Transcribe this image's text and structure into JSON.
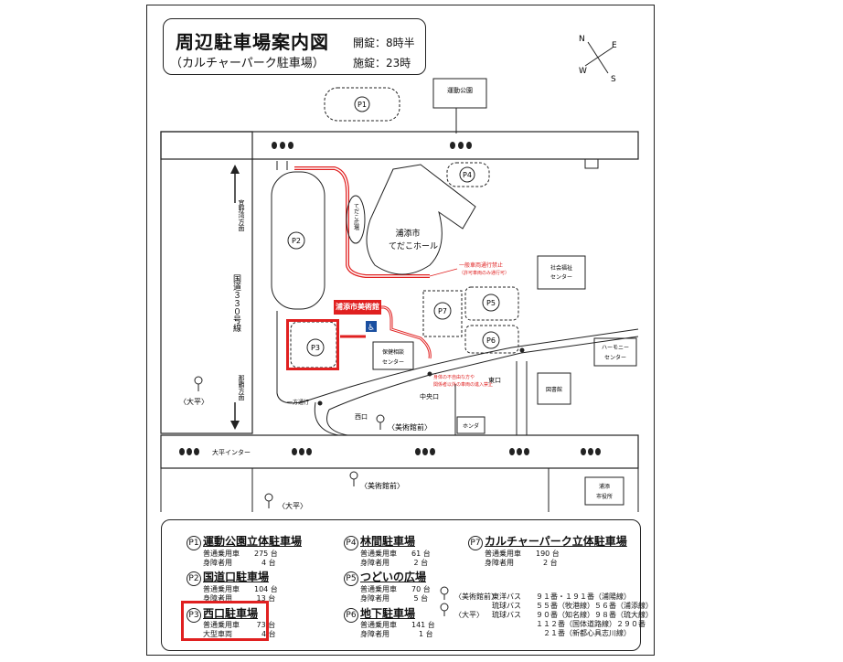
{
  "header": {
    "title": "周辺駐車場案内図",
    "subtitle": "（カルチャーパーク駐車場）",
    "open_label": "開錠：8時半",
    "close_label": "施錠：23時"
  },
  "compass": {
    "n": "N",
    "e": "E",
    "s": "S",
    "w": "W"
  },
  "map_labels": {
    "undou_park": "運動公園",
    "p1": "P1",
    "p2": "P2",
    "p3": "P3",
    "p4": "P4",
    "p5": "P5",
    "p6": "P6",
    "p7": "P7",
    "tedako_hall_1": "浦添市",
    "tedako_hall_2": "てだこホール",
    "tedako_plaza": "てだこ広場",
    "museum": "浦添市美術館",
    "hoken_1": "保健相談",
    "hoken_2": "センター",
    "shakai_1": "社会福祉",
    "shakai_2": "センター",
    "harmony_1": "ハーモニー",
    "harmony_2": "センター",
    "library": "図書館",
    "honda": "ホンダ",
    "city_hall_1": "浦添",
    "city_hall_2": "市役所",
    "ginowan_dir": "宜野湾方面",
    "naha_dir": "那覇方面",
    "route330": "国道３３０号線",
    "ohira_ic": "大平インター",
    "nishiguchi": "西口",
    "higashiguchi": "東口",
    "chuouguchi": "中央口",
    "one_way": "一方通行",
    "no_entry_1": "一般車両通行禁止",
    "no_entry_2": "（許可車両のみ通行可）",
    "disabled_1": "身体の不自由な方や",
    "disabled_2": "関係者以外の車両の進入禁止",
    "bus_ohira_1": "〈大平〉",
    "bus_museum_1": "〈美術館前〉",
    "bus_museum_2": "〈美術館前〉",
    "bus_ohira_2": "〈大平〉"
  },
  "legend": {
    "p1": {
      "num": "P1",
      "name": "運動公園立体駐車場",
      "rows": [
        "普通乗用車　　275 台",
        "身障者用　　　　4 台"
      ]
    },
    "p2": {
      "num": "P2",
      "name": "国道口駐車場",
      "rows": [
        "普通乗用車　　104 台",
        "身障者用　　　 13 台"
      ]
    },
    "p3": {
      "num": "P3",
      "name": "西口駐車場",
      "rows": [
        "普通乗用車　　 73 台",
        "大型車両　　　　4 台"
      ]
    },
    "p4": {
      "num": "P4",
      "name": "林間駐車場",
      "rows": [
        "普通乗用車　　61 台",
        "身障者用　　　 2 台"
      ]
    },
    "p5": {
      "num": "P5",
      "name": "つどいの広場",
      "rows": [
        "普通乗用車　　70 台",
        "身障者用　　　 5 台"
      ]
    },
    "p6": {
      "num": "P6",
      "name": "地下駐車場",
      "rows": [
        "普通乗用車　　141 台",
        "身障者用　　　　1 台"
      ]
    },
    "p7": {
      "num": "P7",
      "name": "カルチャーパーク立体駐車場",
      "rows": [
        "普通乗用車　　190 台",
        "身障者用　　　　2 台"
      ]
    },
    "bus": {
      "museum_stop": "〈美術館前〉",
      "ohira_stop": "〈大平〉",
      "rows": [
        "東洋バス　　９１番・１９１番（浦陽線）",
        "琉球バス　　５５番（牧港線）５６番（浦添線）",
        "琉球バス　　９０番（知名線）９８番（琉大線）",
        "　　　　　　１１２番（国体道路線）２９０番",
        "　　　　　　　２１番（新都心具志川線）"
      ]
    }
  },
  "colors": {
    "accent": "#e02020",
    "line": "#222222"
  }
}
